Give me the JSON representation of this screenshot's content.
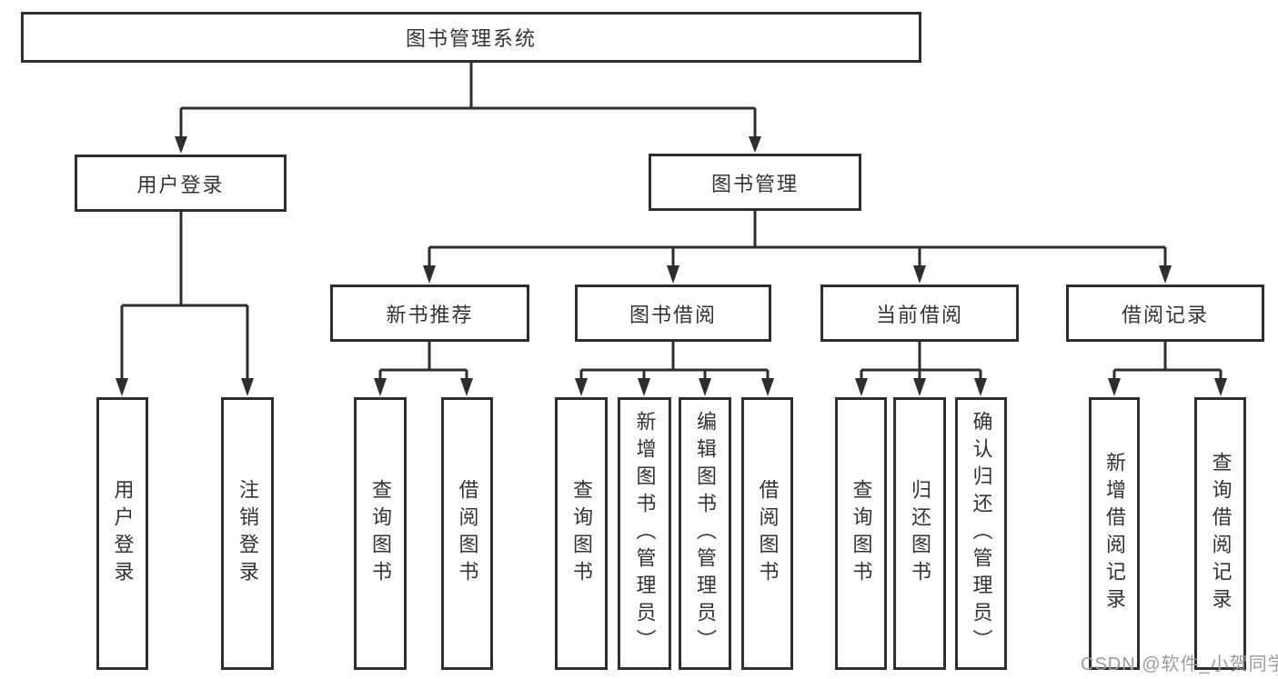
{
  "diagram": {
    "root": {
      "label": "图书管理系统"
    },
    "level2": [
      {
        "label": "用户登录"
      },
      {
        "label": "图书管理"
      }
    ],
    "level3": [
      {
        "label": "新书推荐"
      },
      {
        "label": "图书借阅"
      },
      {
        "label": "当前借阅"
      },
      {
        "label": "借阅记录"
      }
    ],
    "leaves": [
      {
        "parent": "用户登录",
        "label": "用户登录"
      },
      {
        "parent": "用户登录",
        "label": "注销登录"
      },
      {
        "parent": "新书推荐",
        "label": "查询图书"
      },
      {
        "parent": "新书推荐",
        "label": "借阅图书"
      },
      {
        "parent": "图书借阅",
        "label": "查询图书"
      },
      {
        "parent": "图书借阅",
        "label": "新增图书（管理员）"
      },
      {
        "parent": "图书借阅",
        "label": "编辑图书（管理员）"
      },
      {
        "parent": "图书借阅",
        "label": "借阅图书"
      },
      {
        "parent": "当前借阅",
        "label": "查询图书"
      },
      {
        "parent": "当前借阅",
        "label": "归还图书"
      },
      {
        "parent": "当前借阅",
        "label": "确认归还（管理员）"
      },
      {
        "parent": "借阅记录",
        "label": "新增借阅记录"
      },
      {
        "parent": "借阅记录",
        "label": "查询借阅记录"
      }
    ]
  },
  "watermark": {
    "text": "CSDN @软件_小贺同学"
  },
  "colors": {
    "line": "#2e2e2e",
    "box_border": "#2e2e2e",
    "box_fill": "#ffffff",
    "text": "#333333",
    "watermark": "#9b9b9b",
    "background": "#ffffff"
  }
}
